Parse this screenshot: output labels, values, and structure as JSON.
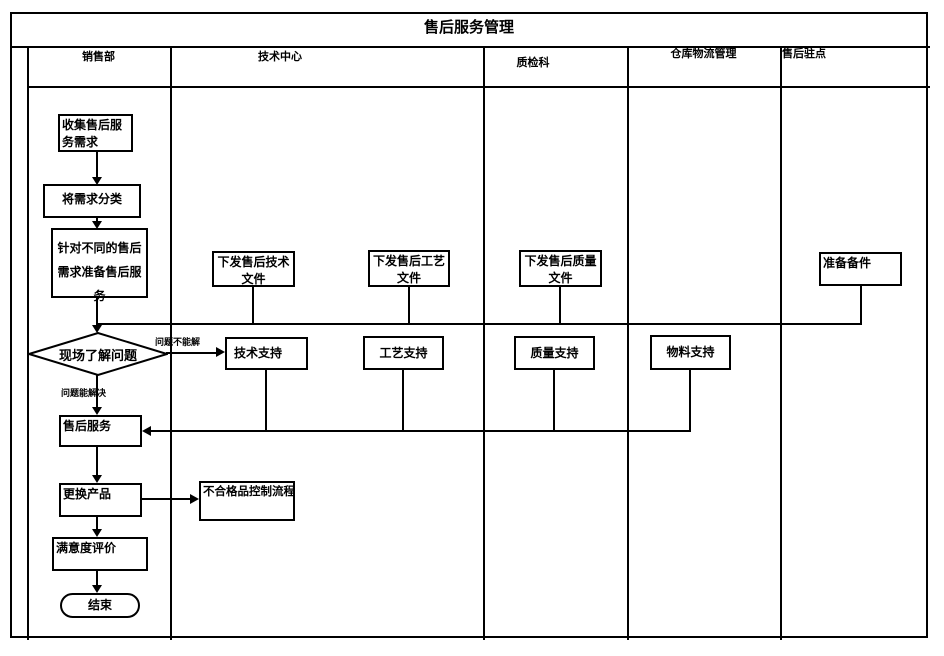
{
  "title": "售后服务管理",
  "lanes": [
    {
      "label": "销售部"
    },
    {
      "label": "技术中心"
    },
    {
      "label": "质检科"
    },
    {
      "label": "仓库物流管理"
    },
    {
      "label": "售后驻点"
    }
  ],
  "nodes": {
    "collect": {
      "label": "收集售后服务需求",
      "type": "process"
    },
    "classify": {
      "label": "将需求分类",
      "type": "process"
    },
    "prepare": {
      "label": "针对不同的售后需求准备售后服务",
      "type": "process"
    },
    "issue_tech_doc": {
      "label": "下发售后技术文件",
      "type": "process"
    },
    "issue_process_doc": {
      "label": "下发售后工艺文件",
      "type": "process"
    },
    "issue_quality_doc": {
      "label": "下发售后质量文件",
      "type": "process"
    },
    "prepare_spares": {
      "label": "准备备件",
      "type": "process"
    },
    "onsite_check": {
      "label": "现场了解问题",
      "type": "decision"
    },
    "tech_support": {
      "label": "技术支持",
      "type": "process"
    },
    "process_support": {
      "label": "工艺支持",
      "type": "process"
    },
    "quality_support": {
      "label": "质量支持",
      "type": "process"
    },
    "material_support": {
      "label": "物料支持",
      "type": "process"
    },
    "after_sales_service": {
      "label": "售后服务",
      "type": "process"
    },
    "replace_product": {
      "label": "更换产品",
      "type": "process"
    },
    "nonconforming_flow": {
      "label": "不合格品控制流程",
      "type": "process"
    },
    "satisfaction_eval": {
      "label": "满意度评价",
      "type": "process"
    },
    "end": {
      "label": "结束",
      "type": "terminator"
    }
  },
  "edge_labels": {
    "cannot_solve": "问题不能解",
    "can_solve": "问题能解决"
  },
  "colors": {
    "line": "#000000",
    "background": "#ffffff"
  }
}
